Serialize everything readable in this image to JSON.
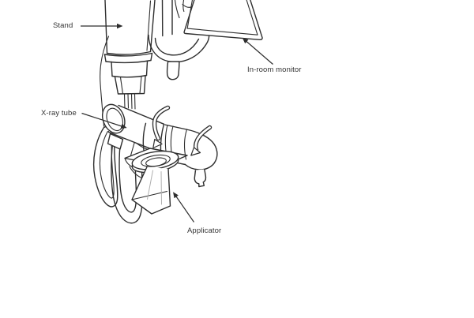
{
  "figure": {
    "description": "Line drawing of a mobile intraoperative X-ray therapy unit",
    "background_color": "#ffffff",
    "line_color": "#2e2e2e",
    "text_color": "#333333",
    "labels": {
      "stand": "Stand",
      "in_room_monitor": "In-room monitor",
      "xray_tube": "X-ray tube",
      "applicator": "Applicator"
    }
  }
}
